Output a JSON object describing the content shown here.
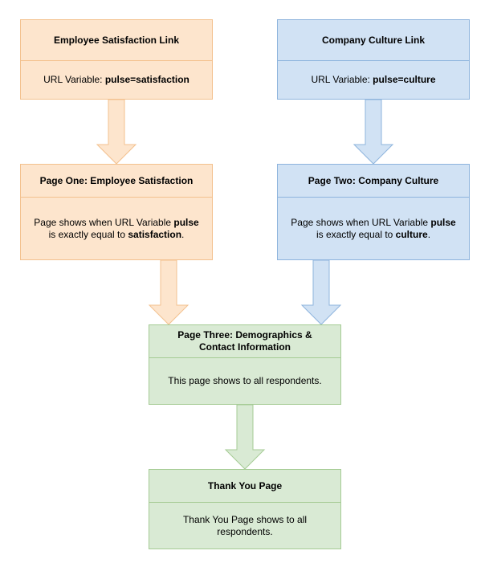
{
  "colors": {
    "orange_fill": "#fde5cd",
    "orange_stroke": "#f3c18e",
    "blue_fill": "#d1e2f4",
    "blue_stroke": "#8eb4dd",
    "green_fill": "#d9ead4",
    "green_stroke": "#a5cb94"
  },
  "nodes": {
    "employee_link": {
      "title": "Employee Satisfaction Link",
      "body_prefix": "URL Variable: ",
      "body_bold": "pulse=satisfaction"
    },
    "culture_link": {
      "title": "Company Culture Link",
      "body_prefix": "URL Variable: ",
      "body_bold": "pulse=culture"
    },
    "page_one": {
      "title": "Page One: Employee Satisfaction",
      "line1_prefix": "Page shows when URL Variable ",
      "line1_bold": "pulse",
      "line2_prefix": "is exactly equal to ",
      "line2_bold": "satisfaction",
      "line2_suffix": "."
    },
    "page_two": {
      "title": "Page Two: Company Culture",
      "line1_prefix": "Page shows when URL Variable ",
      "line1_bold": "pulse",
      "line2_prefix": "is exactly equal to ",
      "line2_bold": "culture",
      "line2_suffix": "."
    },
    "page_three": {
      "title_line1": "Page Three: Demographics &",
      "title_line2": "Contact Information",
      "body": "This page shows to all respondents."
    },
    "thank_you": {
      "title": "Thank You Page",
      "body_line1": "Thank You Page shows to all",
      "body_line2": "respondents."
    }
  }
}
